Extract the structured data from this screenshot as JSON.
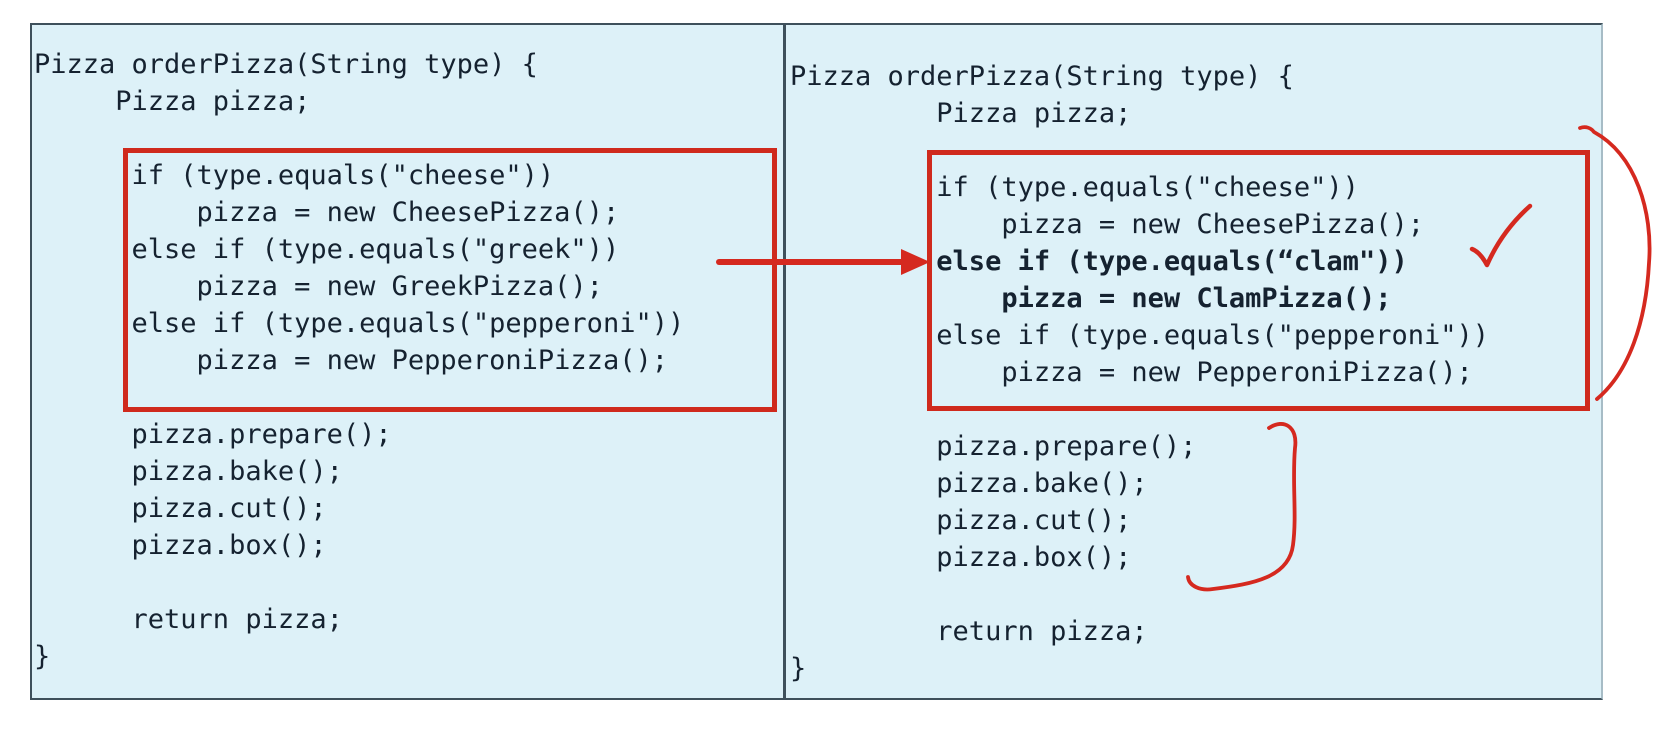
{
  "figure": {
    "description_left_panel": "original orderPizza code",
    "description_right_panel": "modified orderPizza code"
  },
  "colors": {
    "panel_bg": "#ddf1f8",
    "panel_border": "#3e505b",
    "code_text": "#152230",
    "highlight_red": "#cf2a1d",
    "annotation_red": "#d5291f"
  },
  "panels": {
    "left": {
      "lines": [
        {
          "text": "Pizza orderPizza(String type) {",
          "bold": false
        },
        {
          "text": "     Pizza pizza;",
          "bold": false
        },
        {
          "text": "",
          "bold": false
        },
        {
          "text": "      if (type.equals(\"cheese\"))",
          "bold": false
        },
        {
          "text": "          pizza = new CheesePizza();",
          "bold": false
        },
        {
          "text": "      else if (type.equals(\"greek\"))",
          "bold": false
        },
        {
          "text": "          pizza = new GreekPizza();",
          "bold": false
        },
        {
          "text": "      else if (type.equals(\"pepperoni\"))",
          "bold": false
        },
        {
          "text": "          pizza = new PepperoniPizza();",
          "bold": false
        },
        {
          "text": "",
          "bold": false
        },
        {
          "text": "      pizza.prepare();",
          "bold": false
        },
        {
          "text": "      pizza.bake();",
          "bold": false
        },
        {
          "text": "      pizza.cut();",
          "bold": false
        },
        {
          "text": "      pizza.box();",
          "bold": false
        },
        {
          "text": "",
          "bold": false
        },
        {
          "text": "      return pizza;",
          "bold": false
        },
        {
          "text": "}",
          "bold": false
        }
      ]
    },
    "right": {
      "lines": [
        {
          "text": "Pizza orderPizza(String type) {",
          "bold": false
        },
        {
          "text": "         Pizza pizza;",
          "bold": false
        },
        {
          "text": "",
          "bold": false
        },
        {
          "text": "         if (type.equals(\"cheese\"))",
          "bold": false
        },
        {
          "text": "             pizza = new CheesePizza();",
          "bold": false
        },
        {
          "text": "         else if (type.equals(“clam\"))",
          "bold": true
        },
        {
          "text": "             pizza = new ClamPizza();",
          "bold": true
        },
        {
          "text": "         else if (type.equals(\"pepperoni\"))",
          "bold": false
        },
        {
          "text": "             pizza = new PepperoniPizza();",
          "bold": false
        },
        {
          "text": "",
          "bold": false
        },
        {
          "text": "         pizza.prepare();",
          "bold": false
        },
        {
          "text": "         pizza.bake();",
          "bold": false
        },
        {
          "text": "         pizza.cut();",
          "bold": false
        },
        {
          "text": "         pizza.box();",
          "bold": false
        },
        {
          "text": "",
          "bold": false
        },
        {
          "text": "         return pizza;",
          "bold": false
        },
        {
          "text": "}",
          "bold": false
        }
      ]
    }
  },
  "annotations": {
    "arrow": "change-arrow pointing from old else-if block to new clam else-if block",
    "checkmark": "hand-drawn checkmark next to clam line",
    "bracket": "hand-drawn bracket beside pizza.prepare/bake/cut/box",
    "arc": "hand-drawn arc around right highlight box"
  }
}
